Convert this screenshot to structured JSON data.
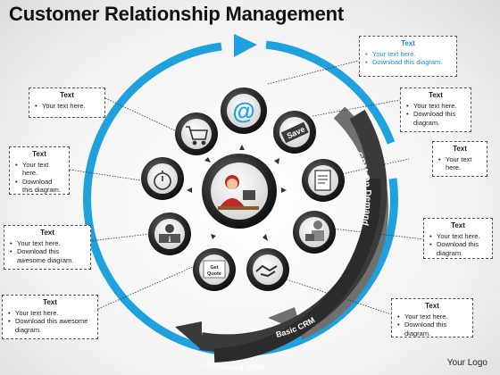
{
  "title": "Customer Relationship Management",
  "logo": "Your Logo",
  "arc_labels": {
    "crm_on_demand": "CRM On Demand",
    "basic_crm": "Basic CRM",
    "enhanced_crm": "Enhanced CRM"
  },
  "nodes": {
    "save": "Save",
    "get_quote": "Get Quote",
    "at": "@"
  },
  "boxes": {
    "top_right": {
      "heading": "Text",
      "items": [
        "Your text here.",
        "Download this diagram."
      ]
    },
    "left_1": {
      "heading": "Text",
      "items": [
        "Your text here."
      ]
    },
    "left_2": {
      "heading": "Text",
      "items": [
        "Your text here.",
        "Download this diagram."
      ]
    },
    "left_3": {
      "heading": "Text",
      "items": [
        "Your text here.",
        "Download this awesome diagram."
      ]
    },
    "left_4": {
      "heading": "Text",
      "items": [
        "Your text here.",
        "Download this awesome diagram."
      ]
    },
    "right_1": {
      "heading": "Text",
      "items": [
        "Your text here.",
        "Download this diagram."
      ]
    },
    "right_2": {
      "heading": "Text",
      "items": [
        "Your text here."
      ]
    },
    "right_3": {
      "heading": "Text",
      "items": [
        "Your text here.",
        "Download this diagram."
      ]
    },
    "right_4": {
      "heading": "Text",
      "items": [
        "Your text here.",
        "Download this diagram."
      ]
    }
  },
  "colors": {
    "ring_blue": "#1ea1dc",
    "box_accent": "#1a8ed8",
    "dark_arc": "#3a3a3a",
    "mid_arc": "#707070"
  },
  "icons": [
    "cart-icon",
    "at-sign-icon",
    "save-tag-icon",
    "document-icon",
    "delivery-person-icon",
    "handshake-icon",
    "get-quote-icon",
    "info-desk-icon",
    "stopwatch-icon",
    "support-agent-icon"
  ]
}
